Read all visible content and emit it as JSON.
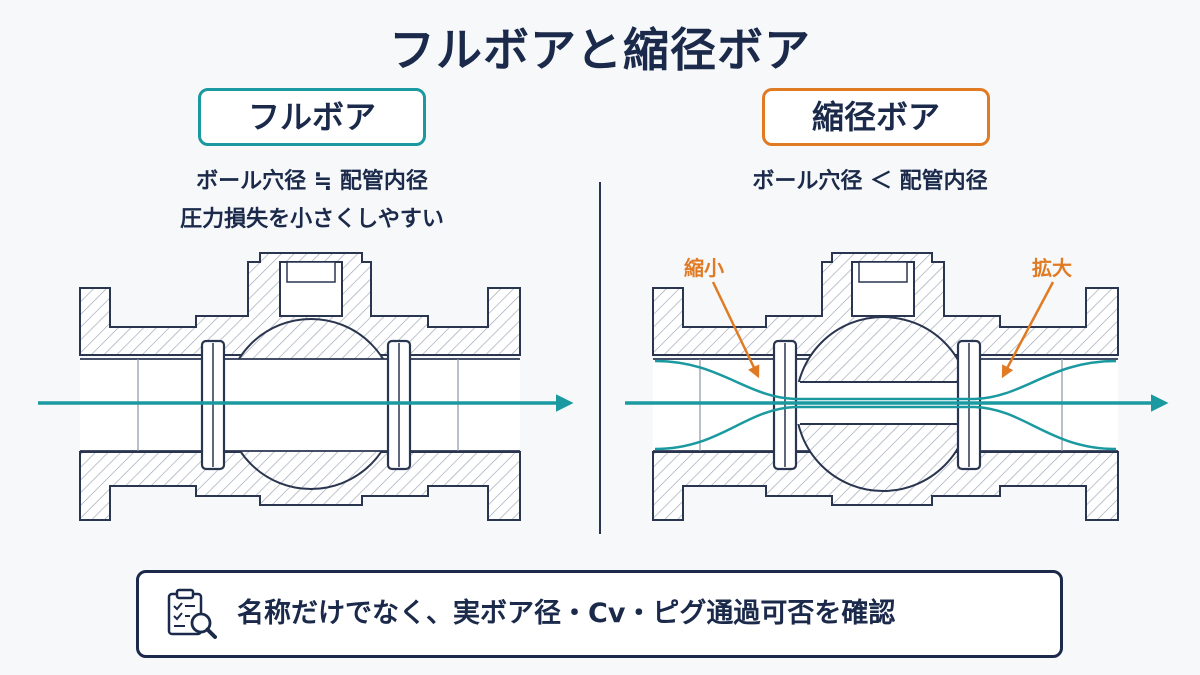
{
  "title": "フルボアと縮径ボア",
  "full_bore": {
    "label": "フルボア",
    "relation": "ボール穴径 ≒ 配管内径",
    "benefit": "圧力損失を小さくしやすい"
  },
  "reduced_bore": {
    "label": "縮径ボア",
    "relation": "ボール穴径 ＜ 配管内径",
    "callout_contraction": "縮小",
    "callout_expansion": "拡大"
  },
  "note": {
    "icon": "clipboard-magnifier-icon",
    "text": "名称だけでなく、実ボア径・Cv・ピグ通過可否を確認"
  },
  "colors": {
    "navy": "#1b2a4a",
    "teal": "#1a9aa0",
    "orange": "#e07b24"
  }
}
